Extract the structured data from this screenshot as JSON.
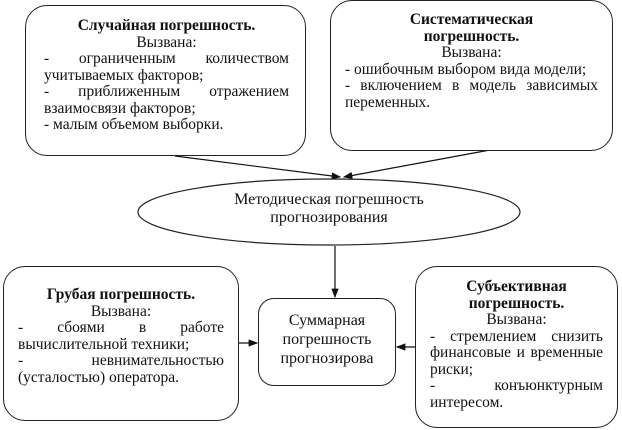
{
  "diagram": {
    "random_error": {
      "title": "Случайная погрешность.",
      "caused_by": "Вызвана:",
      "items": [
        "- ограниченным количеством учитываемых факторов;",
        "- приближенным отражением взаимосвязи факторов;",
        "- малым объемом выборки."
      ]
    },
    "systematic_error": {
      "title": "Систематическая погрешность.",
      "caused_by": "Вызвана:",
      "items": [
        "- ошибочным выбором вида модели;",
        "- включением в модель зависимых переменных."
      ]
    },
    "methodical_error": {
      "line1": "Методическая погрешность",
      "line2": "прогнозирования"
    },
    "gross_error": {
      "title": "Грубая погрешность.",
      "caused_by": "Вызвана:",
      "items": [
        "- сбоями в работе вычислительной техники;",
        "- невнимательностью (усталостью) оператора."
      ]
    },
    "total_error": {
      "line1": "Суммарная",
      "line2": "погрешность",
      "line3": "прогнозирова"
    },
    "subjective_error": {
      "title": "Субъективная погрешность.",
      "caused_by": "Вызвана:",
      "items": [
        "- стремлением снизить финансовые и временные риски;",
        "- конъюнктурным интересом."
      ]
    }
  }
}
